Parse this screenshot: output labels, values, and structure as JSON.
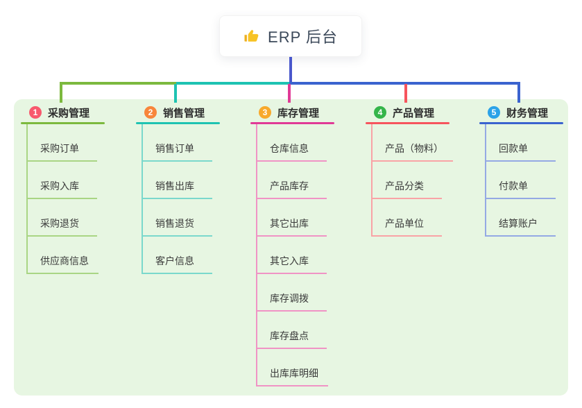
{
  "root": {
    "title": "ERP 后台",
    "icon": "thumbs-up-icon"
  },
  "colors": {
    "root_connector": "#4a58cc",
    "panel_bg": "#e7f6e2",
    "thumb_yellow": "#f7c325",
    "thumb_cuff": "#eeb020"
  },
  "branches": [
    {
      "num": "1",
      "title": "采购管理",
      "badge_color": "#f8596d",
      "line_color": "#7cb93e",
      "light_color": "#a9d584",
      "items": [
        "采购订单",
        "采购入库",
        "采购退货",
        "供应商信息"
      ]
    },
    {
      "num": "2",
      "title": "销售管理",
      "badge_color": "#f8863b",
      "line_color": "#1ec3b2",
      "light_color": "#7ad8cc",
      "items": [
        "销售订单",
        "销售出库",
        "销售退货",
        "客户信息"
      ]
    },
    {
      "num": "3",
      "title": "库存管理",
      "badge_color": "#f8a92c",
      "line_color": "#e03a96",
      "light_color": "#f093c5",
      "items": [
        "仓库信息",
        "产品库存",
        "其它出库",
        "其它入库",
        "库存调拨",
        "库存盘点",
        "出库库明细"
      ]
    },
    {
      "num": "4",
      "title": "产品管理",
      "badge_color": "#35b54a",
      "line_color": "#f6545d",
      "light_color": "#f9a3a6",
      "items": [
        "产品（物料）",
        "产品分类",
        "产品单位"
      ]
    },
    {
      "num": "5",
      "title": "财务管理",
      "badge_color": "#2ba2e8",
      "line_color": "#3b63cf",
      "light_color": "#94a9e4",
      "items": [
        "回款单",
        "付款单",
        "结算账户"
      ]
    }
  ]
}
